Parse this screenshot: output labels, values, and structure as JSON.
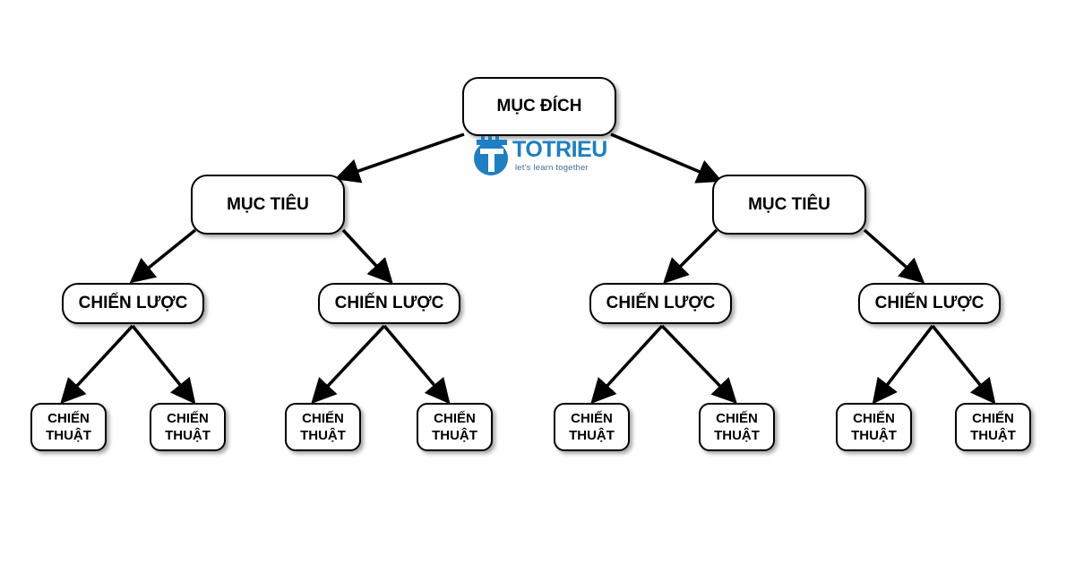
{
  "logo": {
    "name": "TOTRIEU",
    "tagline": "let's learn together",
    "color": "#1e7fc1"
  },
  "tree": {
    "goal": "MỤC ĐÍCH",
    "objectives": [
      {
        "label": "MỤC TIÊU",
        "strategies": [
          {
            "label": "CHIẾN LƯỢC",
            "tactics": [
              [
                "CHIẾN",
                "THUẬT"
              ],
              [
                "CHIẾN",
                "THUẬT"
              ]
            ]
          },
          {
            "label": "CHIẾN LƯỢC",
            "tactics": [
              [
                "CHIẾN",
                "THUẬT"
              ],
              [
                "CHIẾN",
                "THUẬT"
              ]
            ]
          }
        ]
      },
      {
        "label": "MỤC TIÊU",
        "strategies": [
          {
            "label": "CHIẾN LƯỢC",
            "tactics": [
              [
                "CHIẾN",
                "THUẬT"
              ],
              [
                "CHIẾN",
                "THUẬT"
              ]
            ]
          },
          {
            "label": "CHIẾN LƯỢC",
            "tactics": [
              [
                "CHIẾN",
                "THUẬT"
              ],
              [
                "CHIẾN",
                "THUẬT"
              ]
            ]
          }
        ]
      }
    ]
  }
}
